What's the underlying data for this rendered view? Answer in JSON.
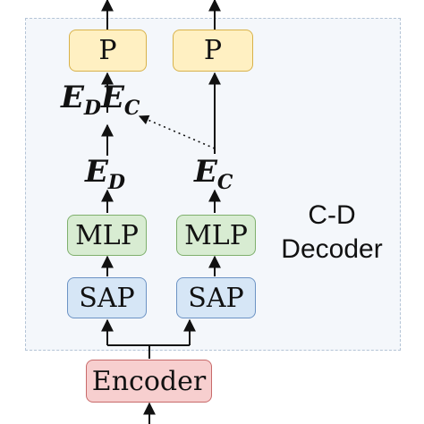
{
  "nodes": {
    "p_left": "P",
    "p_right": "P",
    "mlp_left": "MLP",
    "mlp_right": "MLP",
    "sap_left": "SAP",
    "sap_right": "SAP",
    "encoder": "Encoder"
  },
  "symbols": {
    "e_d": {
      "main": "E",
      "sub": "D"
    },
    "e_c": {
      "main": "E",
      "sub": "C"
    },
    "e_d_e_c": {
      "main1": "E",
      "sub1": "D",
      "main2": "E",
      "sub2": "C"
    }
  },
  "region": {
    "line1": "C-D",
    "line2": "Decoder"
  }
}
